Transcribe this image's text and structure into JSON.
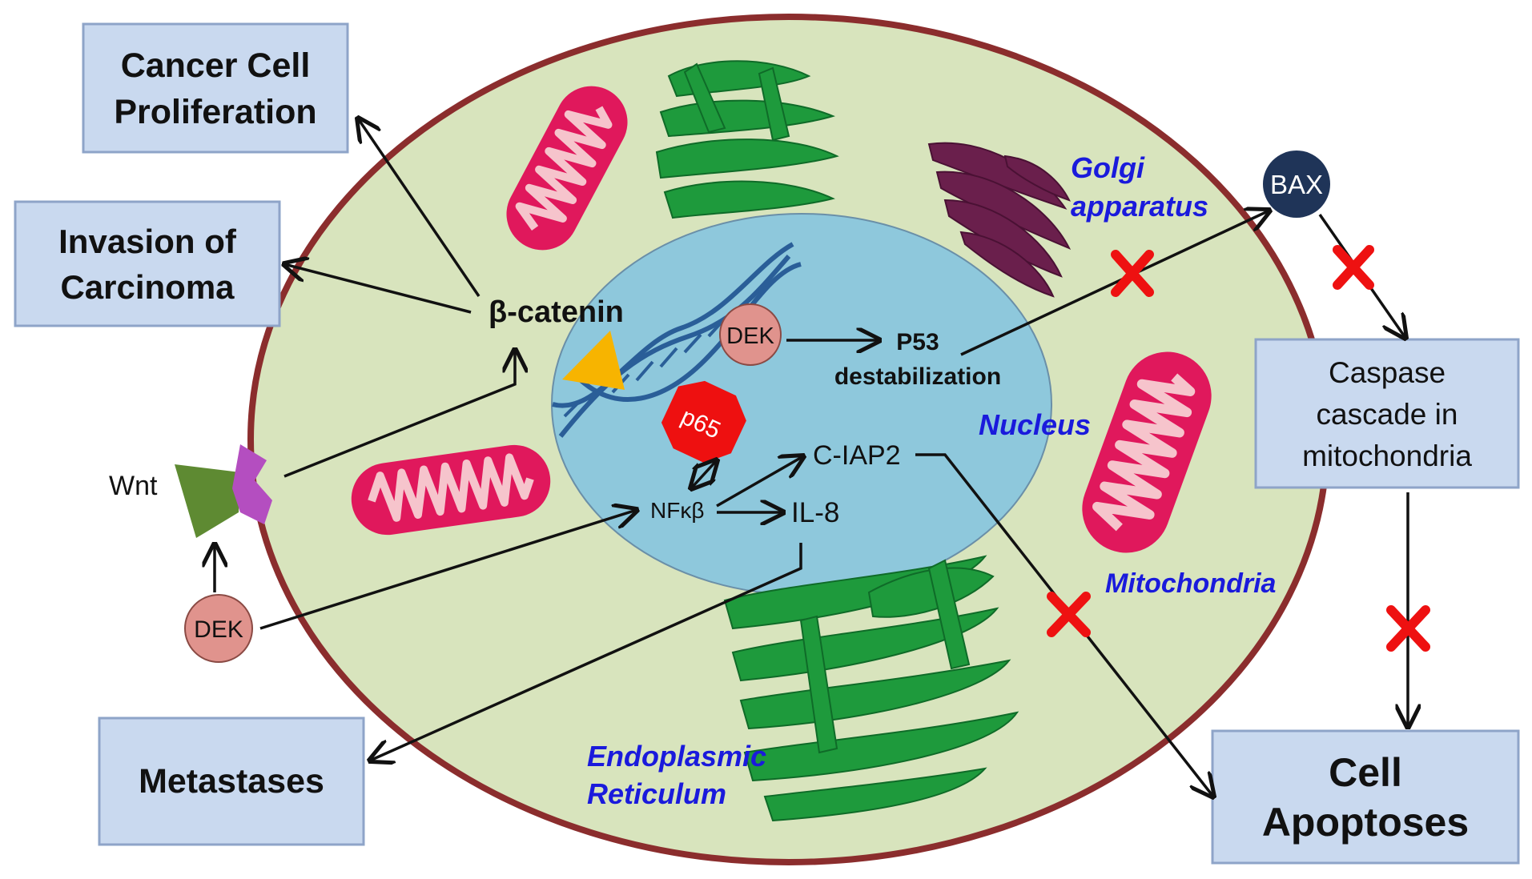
{
  "boxes": {
    "proliferation": {
      "line1": "Cancer Cell",
      "line2": "Proliferation"
    },
    "invasion": {
      "line1": "Invasion of",
      "line2": "Carcinoma"
    },
    "metastases": {
      "line1": "Metastases"
    },
    "caspase": {
      "line1": "Caspase",
      "line2": "cascade in",
      "line3": "mitochondria"
    },
    "apoptoses": {
      "line1": "Cell",
      "line2": "Apoptoses"
    }
  },
  "molecules": {
    "beta_catenin": "β-catenin",
    "wnt": "Wnt",
    "dek_outer": "DEK",
    "dek_nucleus": "DEK",
    "p53_line1": "P53",
    "p53_line2": "destabilization",
    "p65": "p65",
    "nfkb": "NFκβ",
    "il8": "IL-8",
    "ciap2": "C-IAP2",
    "bax": "BAX"
  },
  "organelles": {
    "golgi_line1": "Golgi",
    "golgi_line2": "apparatus",
    "nucleus": "Nucleus",
    "mitochondria": "Mitochondria",
    "er_line1": "Endoplasmic",
    "er_line2": "Reticulum"
  },
  "colors": {
    "box_fill": "#c9d9ef",
    "box_stroke": "#8ea4c8",
    "cell_fill": "#d8e4bd",
    "cell_stroke": "#8b2d2d",
    "nucleus_fill": "#8ec8dc",
    "mito_fill": "#e0185c",
    "mito_cristae": "#f6c4cc",
    "er_green": "#1e9a3c",
    "golgi_purple": "#6a1f4c",
    "dek_fill": "#e0938d",
    "bax_fill": "#1f3458",
    "p65_fill": "#ee1010",
    "triangle": "#f7b400",
    "inhibit_x": "#ee1111",
    "label_blue": "#1a1adc"
  }
}
